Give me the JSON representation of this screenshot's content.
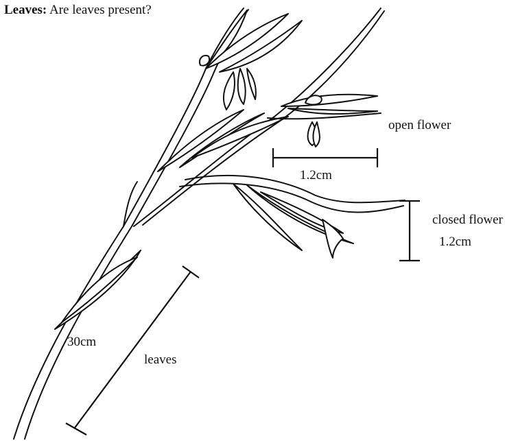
{
  "question": {
    "label": "Leaves:",
    "text": "Are leaves present?"
  },
  "annotations": {
    "open_flower": "open flower",
    "open_flower_size": "1.2cm",
    "closed_flower": "closed flower",
    "closed_flower_size": "1.2cm",
    "leaves_length": "30cm",
    "leaves": "leaves"
  }
}
